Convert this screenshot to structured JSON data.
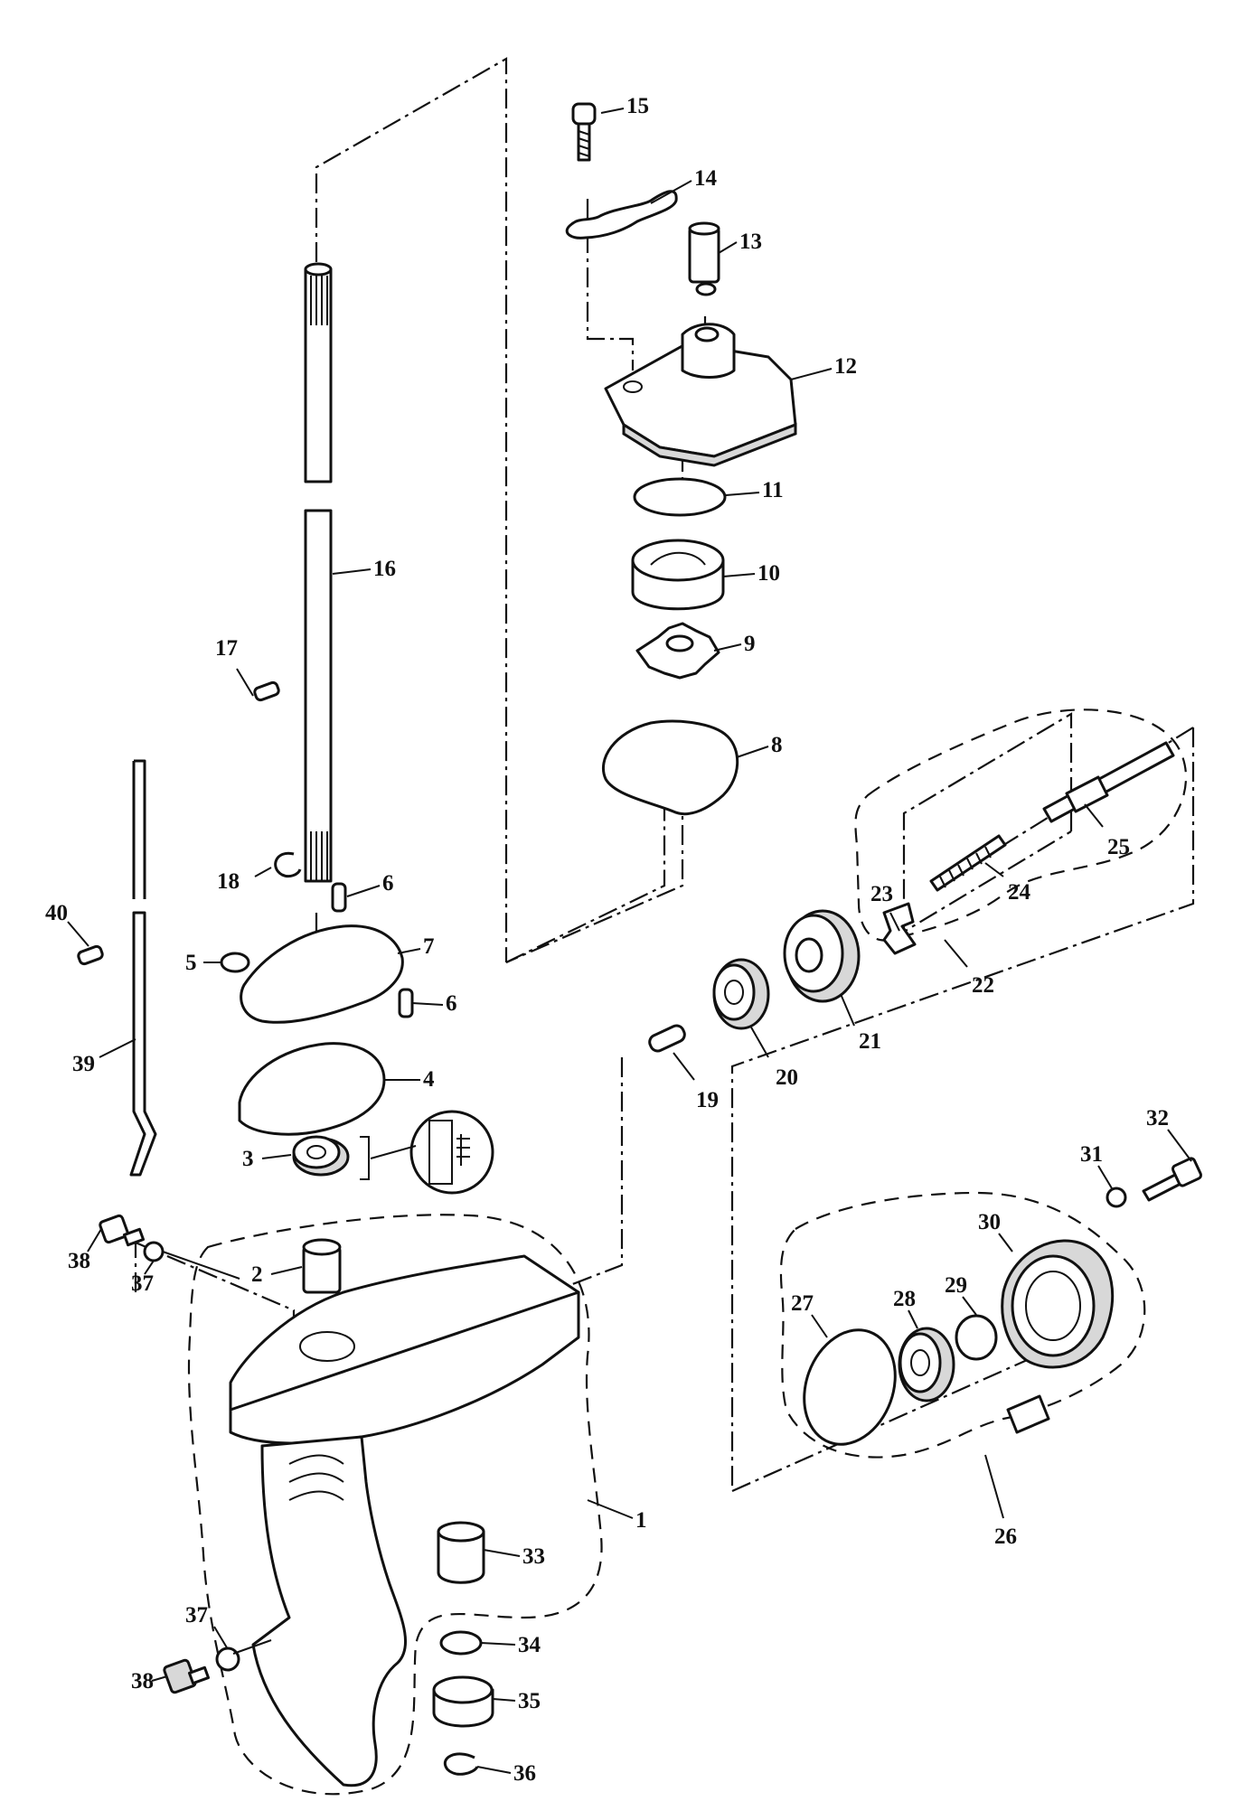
{
  "callouts": {
    "c1": "1",
    "c2": "2",
    "c3": "3",
    "c4": "4",
    "c5": "5",
    "c6a": "6",
    "c6b": "6",
    "c7": "7",
    "c8": "8",
    "c9": "9",
    "c10": "10",
    "c11": "11",
    "c12": "12",
    "c13": "13",
    "c14": "14",
    "c15": "15",
    "c16": "16",
    "c17": "17",
    "c18": "18",
    "c19": "19",
    "c20": "20",
    "c21": "21",
    "c22": "22",
    "c23": "23",
    "c24": "24",
    "c25": "25",
    "c26": "26",
    "c27": "27",
    "c28": "28",
    "c29": "29",
    "c30": "30",
    "c31": "31",
    "c32": "32",
    "c33": "33",
    "c34": "34",
    "c35": "35",
    "c36": "36",
    "c37a": "37",
    "c37b": "37",
    "c38a": "38",
    "c38b": "38",
    "c39": "39",
    "c40": "40"
  }
}
